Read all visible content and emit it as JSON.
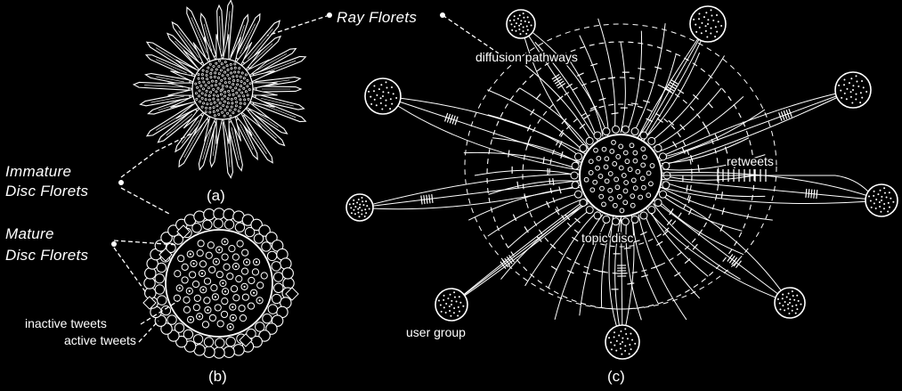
{
  "labels": {
    "ray_florets": "Ray Florets",
    "immature_line1": "Immature",
    "immature_line2": "Disc Florets",
    "mature_line1": "Mature",
    "mature_line2": "Disc Florets",
    "inactive_tweets": "inactive tweets",
    "active_tweets": "active tweets",
    "diffusion_pathways": "diffusion pathways",
    "retweets": "retweets",
    "topic_disc": "topic disc",
    "user_group": "user group"
  },
  "captions": {
    "a": "(a)",
    "b": "(b)",
    "c": "(c)"
  },
  "colors": {
    "background": "#000000",
    "line": "#ffffff"
  }
}
